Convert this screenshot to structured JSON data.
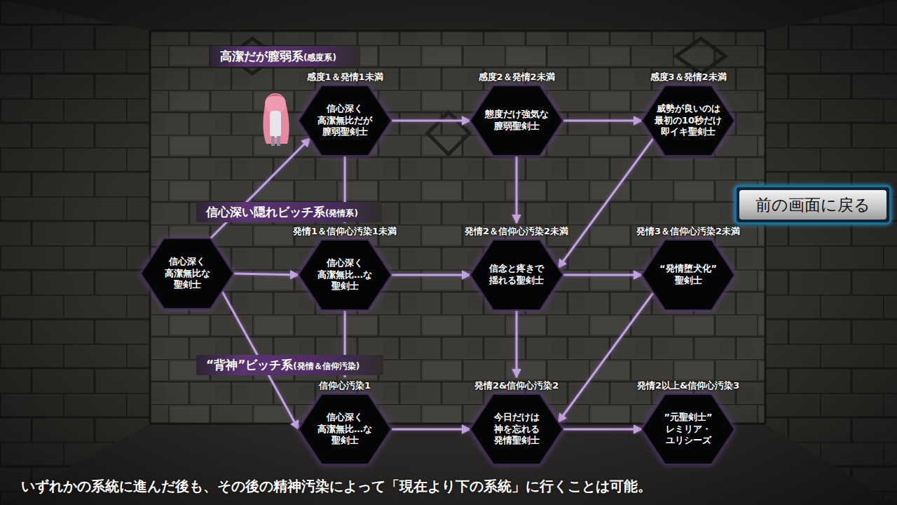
{
  "diagram": {
    "nodes": [
      {
        "text": [
          "信心深く 高潔無比な 聖剣士"
        ]
      },
      {
        "text": [
          "感度1＆発情1未満",
          "信心深く 高潔無比だが 膣弱聖剣士"
        ]
      },
      {
        "text": [
          "感度2＆発情2未満",
          "態度だけ強気な 膣弱聖剣士"
        ]
      },
      {
        "text": [
          "感度3＆発情2未満",
          "威勢が良いのは 最初の10秒だけ 即イキ聖剣士"
        ]
      },
      {
        "text": [
          "発情1＆信仰心汚染1未満",
          "信心深く 高潔無比…な 聖剣士"
        ]
      },
      {
        "text": [
          "発情2＆信仰心汚染2未満",
          "信念と疼きで 揺れる聖剣士"
        ]
      },
      {
        "text": [
          "発情3＆信仰心汚染2未満",
          "“発情堕犬化” 聖剣士"
        ]
      },
      {
        "text": [
          "信仰心汚染1",
          "信心深く 高潔無比…な 聖剣士"
        ]
      },
      {
        "text": [
          "発情2&信仰心汚染2",
          "今日だけは 神を忘れる 発情聖剣士"
        ]
      },
      {
        "text": [
          "発情2以上&信仰心汚染3",
          "”元聖剣士” レミリア・ ユリシーズ"
        ]
      },
      {
        "text": [
          "前の画面に戻る"
        ]
      }
    ],
    "edges": [
      {
        "from": 0,
        "to": 1,
        "arrow": "to"
      },
      {
        "from": 0,
        "to": 4,
        "arrow": "to"
      },
      {
        "from": 0,
        "to": 7,
        "arrow": "to"
      },
      {
        "from": 1,
        "to": 2,
        "arrow": "to"
      },
      {
        "from": 2,
        "to": 3,
        "arrow": "to"
      },
      {
        "from": 1,
        "to": 4,
        "arrow": "none"
      },
      {
        "from": 2,
        "to": 5,
        "arrow": "to"
      },
      {
        "from": 3,
        "to": 5,
        "arrow": "to"
      },
      {
        "from": 4,
        "to": 5,
        "arrow": "to"
      },
      {
        "from": 5,
        "to": 6,
        "arrow": "to"
      },
      {
        "from": 4,
        "to": 7,
        "arrow": "none"
      },
      {
        "from": 5,
        "to": 8,
        "arrow": "to"
      },
      {
        "from": 6,
        "to": 8,
        "arrow": "to"
      },
      {
        "from": 7,
        "to": 8,
        "arrow": "to"
      },
      {
        "from": 8,
        "to": 9,
        "arrow": "to"
      }
    ],
    "labels": [
      "高潔だが膣弱系",
      "(感度系)",
      "信心深い隠れビッチ系",
      "(発情系)",
      "“背神”ビッチ系",
      "(発情＆信仰汚染)",
      "いずれかの系統に進んだ後も、その後の精神汚染によって「現在より下の系統」に行くことは可能。"
    ]
  }
}
